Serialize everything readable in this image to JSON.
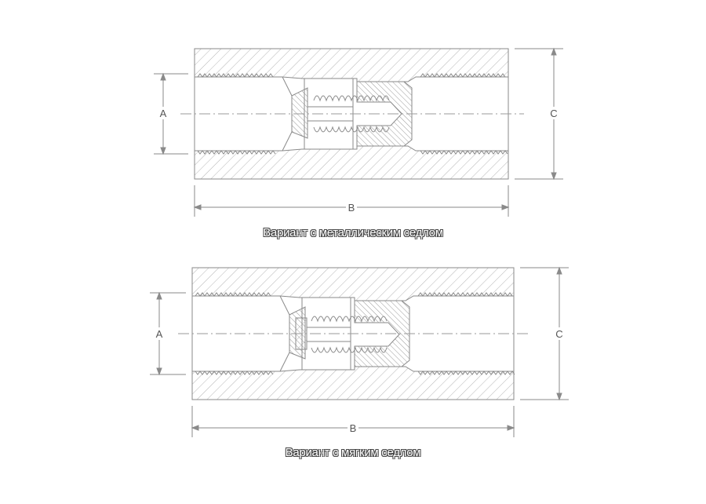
{
  "diagrams": [
    {
      "caption": "Вариант с металлическим седлом",
      "seat_type": "metal",
      "labels": {
        "a": "A",
        "b": "B",
        "c": "C"
      }
    },
    {
      "caption": "Вариант с мягким седлом",
      "seat_type": "soft",
      "labels": {
        "a": "A",
        "b": "B",
        "c": "C"
      }
    }
  ],
  "colors": {
    "line": "#8a8a8a",
    "hatch": "#b5b5b5",
    "caption_outline": "#444444"
  }
}
